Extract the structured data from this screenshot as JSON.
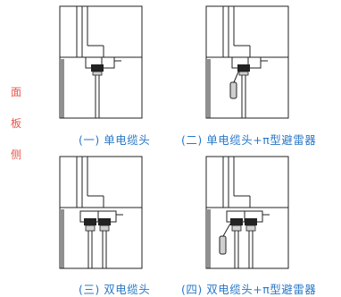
{
  "side_label": [
    "面",
    "板",
    "侧"
  ],
  "captions": [
    "(一) 单电缆头",
    "(二) 单电缆头+π型避雷器",
    "(三) 双电缆头",
    "(四) 双电缆头+π型避雷器"
  ],
  "colors": {
    "side_label": "#e8554a",
    "caption": "#2a78c8",
    "line": "#222222",
    "shade": "#cfcfcf"
  }
}
